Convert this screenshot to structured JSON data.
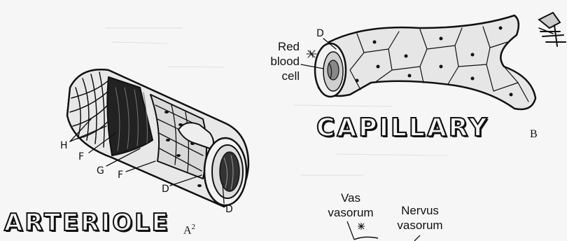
{
  "arteriole": {
    "title": "ARTERIOLE",
    "subscript": "A",
    "superscript": "2",
    "letters": {
      "H": "H",
      "F1": "F",
      "G": "G",
      "F2": "F",
      "D1": "D",
      "D2": "D"
    }
  },
  "capillary": {
    "title": "CAPILLARY",
    "subscript": "B",
    "letter_D": "D",
    "red_blood_cell_lines": [
      "Red",
      "blood",
      "cell"
    ]
  },
  "vessel_labels": {
    "vas_vasorum_lines": [
      "Vas",
      "vasorum"
    ],
    "nervus_vasorum_lines": [
      "Nervus",
      "vasorum"
    ]
  }
}
